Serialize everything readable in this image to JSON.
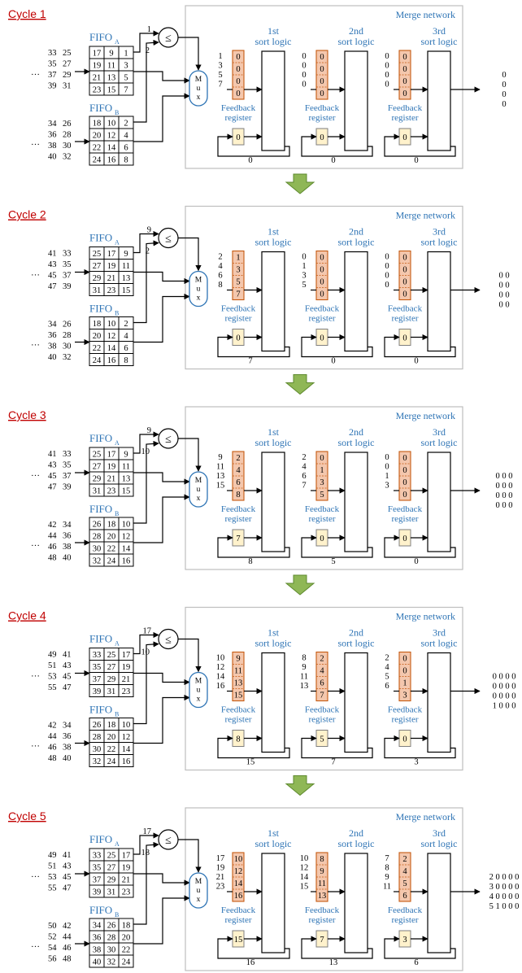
{
  "cycles": [
    {
      "title": "Cycle 1",
      "ina": [
        [
          "33",
          "25"
        ],
        [
          "35",
          "27"
        ],
        [
          "37",
          "29"
        ],
        [
          "39",
          "31"
        ]
      ],
      "inb": [
        [
          "34",
          "26"
        ],
        [
          "36",
          "28"
        ],
        [
          "38",
          "30"
        ],
        [
          "40",
          "32"
        ]
      ],
      "fa": [
        [
          "17",
          "9",
          "1"
        ],
        [
          "19",
          "11",
          "3"
        ],
        [
          "21",
          "13",
          "5"
        ],
        [
          "23",
          "15",
          "7"
        ]
      ],
      "fb": [
        [
          "18",
          "10",
          "2"
        ],
        [
          "20",
          "12",
          "4"
        ],
        [
          "22",
          "14",
          "6"
        ],
        [
          "24",
          "16",
          "8"
        ]
      ],
      "cmp_a": "1",
      "cmp_b": "2",
      "stages": [
        {
          "input": [
            "1",
            "3",
            "5",
            "7"
          ],
          "reg": [
            "0",
            "0",
            "0",
            "0"
          ],
          "fb": "0",
          "loop": "0"
        },
        {
          "input": [
            "0",
            "0",
            "0",
            "0"
          ],
          "reg": [
            "0",
            "0",
            "0",
            "0"
          ],
          "fb": "0",
          "loop": "0"
        },
        {
          "input": [
            "0",
            "0",
            "0",
            "0"
          ],
          "reg": [
            "0",
            "0",
            "0",
            "0"
          ],
          "fb": "0",
          "loop": "0"
        }
      ],
      "output": [
        "0",
        "0",
        "0",
        "0"
      ]
    },
    {
      "title": "Cycle 2",
      "ina": [
        [
          "41",
          "33"
        ],
        [
          "43",
          "35"
        ],
        [
          "45",
          "37"
        ],
        [
          "47",
          "39"
        ]
      ],
      "inb": [
        [
          "34",
          "26"
        ],
        [
          "36",
          "28"
        ],
        [
          "38",
          "30"
        ],
        [
          "40",
          "32"
        ]
      ],
      "fa": [
        [
          "25",
          "17",
          "9"
        ],
        [
          "27",
          "19",
          "11"
        ],
        [
          "29",
          "21",
          "13"
        ],
        [
          "31",
          "23",
          "15"
        ]
      ],
      "fb": [
        [
          "18",
          "10",
          "2"
        ],
        [
          "20",
          "12",
          "4"
        ],
        [
          "22",
          "14",
          "6"
        ],
        [
          "24",
          "16",
          "8"
        ]
      ],
      "cmp_a": "9",
      "cmp_b": "2",
      "stages": [
        {
          "input": [
            "2",
            "4",
            "6",
            "8"
          ],
          "reg": [
            "1",
            "3",
            "5",
            "7"
          ],
          "fb": "0",
          "loop": "7"
        },
        {
          "input": [
            "0",
            "1",
            "3",
            "5"
          ],
          "reg": [
            "0",
            "0",
            "0",
            "0"
          ],
          "fb": "0",
          "loop": "0"
        },
        {
          "input": [
            "0",
            "0",
            "0",
            "0"
          ],
          "reg": [
            "0",
            "0",
            "0",
            "0"
          ],
          "fb": "0",
          "loop": "0"
        }
      ],
      "output": [
        "0 0",
        "0 0",
        "0 0",
        "0 0"
      ]
    },
    {
      "title": "Cycle 3",
      "ina": [
        [
          "41",
          "33"
        ],
        [
          "43",
          "35"
        ],
        [
          "45",
          "37"
        ],
        [
          "47",
          "39"
        ]
      ],
      "inb": [
        [
          "42",
          "34"
        ],
        [
          "44",
          "36"
        ],
        [
          "46",
          "38"
        ],
        [
          "48",
          "40"
        ]
      ],
      "fa": [
        [
          "25",
          "17",
          "9"
        ],
        [
          "27",
          "19",
          "11"
        ],
        [
          "29",
          "21",
          "13"
        ],
        [
          "31",
          "23",
          "15"
        ]
      ],
      "fb": [
        [
          "26",
          "18",
          "10"
        ],
        [
          "28",
          "20",
          "12"
        ],
        [
          "30",
          "22",
          "14"
        ],
        [
          "32",
          "24",
          "16"
        ]
      ],
      "cmp_a": "9",
      "cmp_b": "10",
      "stages": [
        {
          "input": [
            "9",
            "11",
            "13",
            "15"
          ],
          "reg": [
            "2",
            "4",
            "6",
            "8"
          ],
          "fb": "7",
          "loop": "8"
        },
        {
          "input": [
            "2",
            "4",
            "6",
            "7"
          ],
          "reg": [
            "0",
            "1",
            "3",
            "5"
          ],
          "fb": "0",
          "loop": "5"
        },
        {
          "input": [
            "0",
            "0",
            "1",
            "3"
          ],
          "reg": [
            "0",
            "0",
            "0",
            "0"
          ],
          "fb": "0",
          "loop": "0"
        }
      ],
      "output": [
        "0 0 0",
        "0 0 0",
        "0 0 0",
        "0 0 0"
      ]
    },
    {
      "title": "Cycle 4",
      "ina": [
        [
          "49",
          "41"
        ],
        [
          "51",
          "43"
        ],
        [
          "53",
          "45"
        ],
        [
          "55",
          "47"
        ]
      ],
      "inb": [
        [
          "42",
          "34"
        ],
        [
          "44",
          "36"
        ],
        [
          "46",
          "38"
        ],
        [
          "48",
          "40"
        ]
      ],
      "fa": [
        [
          "33",
          "25",
          "17"
        ],
        [
          "35",
          "27",
          "19"
        ],
        [
          "37",
          "29",
          "21"
        ],
        [
          "39",
          "31",
          "23"
        ]
      ],
      "fb": [
        [
          "26",
          "18",
          "10"
        ],
        [
          "28",
          "20",
          "12"
        ],
        [
          "30",
          "22",
          "14"
        ],
        [
          "32",
          "24",
          "16"
        ]
      ],
      "cmp_a": "17",
      "cmp_b": "10",
      "stages": [
        {
          "input": [
            "10",
            "12",
            "14",
            "16"
          ],
          "reg": [
            "9",
            "11",
            "13",
            "15"
          ],
          "fb": "8",
          "loop": "15"
        },
        {
          "input": [
            "8",
            "9",
            "11",
            "13"
          ],
          "reg": [
            "2",
            "4",
            "6",
            "7"
          ],
          "fb": "5",
          "loop": "7"
        },
        {
          "input": [
            "2",
            "4",
            "5",
            "6"
          ],
          "reg": [
            "0",
            "0",
            "1",
            "3"
          ],
          "fb": "0",
          "loop": "3"
        }
      ],
      "output": [
        "0 0 0 0",
        "0 0 0 0",
        "0 0 0 0",
        "1 0 0 0"
      ]
    },
    {
      "title": "Cycle 5",
      "ina": [
        [
          "49",
          "41"
        ],
        [
          "51",
          "43"
        ],
        [
          "53",
          "45"
        ],
        [
          "55",
          "47"
        ]
      ],
      "inb": [
        [
          "50",
          "42"
        ],
        [
          "52",
          "44"
        ],
        [
          "54",
          "46"
        ],
        [
          "56",
          "48"
        ]
      ],
      "fa": [
        [
          "33",
          "25",
          "17"
        ],
        [
          "35",
          "27",
          "19"
        ],
        [
          "37",
          "29",
          "21"
        ],
        [
          "39",
          "31",
          "23"
        ]
      ],
      "fb": [
        [
          "34",
          "26",
          "18"
        ],
        [
          "36",
          "28",
          "20"
        ],
        [
          "38",
          "30",
          "22"
        ],
        [
          "40",
          "32",
          "24"
        ]
      ],
      "cmp_a": "17",
      "cmp_b": "18",
      "stages": [
        {
          "input": [
            "17",
            "19",
            "21",
            "23"
          ],
          "reg": [
            "10",
            "12",
            "14",
            "16"
          ],
          "fb": "15",
          "loop": "16"
        },
        {
          "input": [
            "10",
            "12",
            "14",
            "15"
          ],
          "reg": [
            "8",
            "9",
            "11",
            "13"
          ],
          "fb": "7",
          "loop": "13"
        },
        {
          "input": [
            "7",
            "8",
            "9",
            "11"
          ],
          "reg": [
            "2",
            "4",
            "5",
            "6"
          ],
          "fb": "3",
          "loop": "6"
        }
      ],
      "output": [
        "2 0 0 0 0",
        "3 0 0 0 0",
        "4 0 0 0 0",
        "5 1 0 0 0"
      ]
    }
  ],
  "labels": {
    "merge_network": "Merge network",
    "fifo": "FIFO",
    "sub_a": "A",
    "sub_b": "B",
    "sort_ordinals": [
      "1st",
      "2nd",
      "3rd"
    ],
    "sort_logic": "sort logic",
    "feedback": "Feedback",
    "register": "register",
    "mux": [
      "M",
      "u",
      "x"
    ],
    "le": "≤",
    "ellipsis": "…"
  },
  "colors": {
    "accent_blue": "#2e74b5",
    "cycle_red": "#c00000",
    "reg_fill": "#f4c7ad",
    "reg_stroke": "#c55a11",
    "fb_fill": "#fff2cc",
    "fb_stroke": "#7f7f7f",
    "arrow_green": "#8fb756",
    "arrow_green_dark": "#5e8a2e"
  }
}
